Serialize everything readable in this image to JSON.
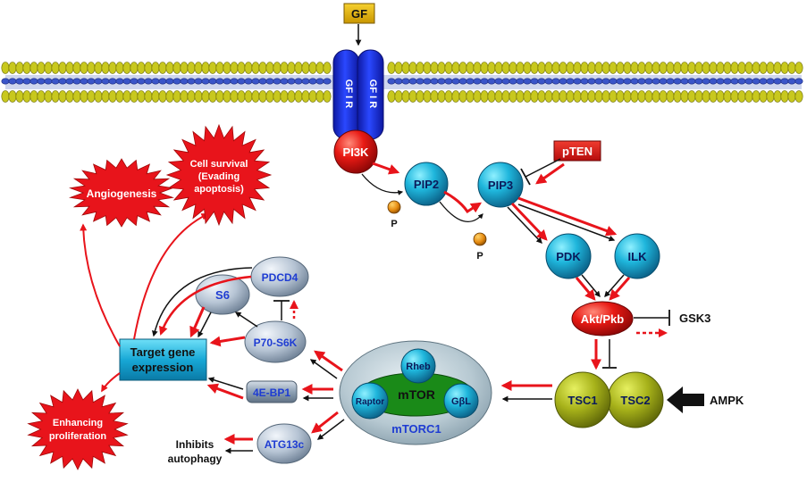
{
  "labels": {
    "gf": "GF",
    "receptor_left": "GF I R",
    "receptor_right": "GF I R",
    "pi3k": "PI3K",
    "pip2": "PIP2",
    "pip3": "PIP3",
    "phosphate1": "P",
    "phosphate2": "P",
    "pten": "pTEN",
    "pdk": "PDK",
    "ilk": "ILK",
    "akt": "Akt/Pkb",
    "gsk3": "GSK3",
    "tsc1": "TSC1",
    "tsc2": "TSC2",
    "ampk": "AMPK",
    "rheb": "Rheb",
    "mtor": "mTOR",
    "raptor": "Raptor",
    "gbl": "GβL",
    "mtorc1": "mTORC1",
    "p70s6k": "P70-S6K",
    "s6": "S6",
    "pdcd4": "PDCD4",
    "fourebp1": "4E-BP1",
    "atg13c": "ATG13c",
    "inhibits_autophagy_line1": "Inhibits",
    "inhibits_autophagy_line2": "autophagy",
    "target_line1": "Target gene",
    "target_line2": "expression",
    "angiogenesis": "Angiogenesis",
    "cell_survival_line1": "Cell survival",
    "cell_survival_line2": "(Evading",
    "cell_survival_line3": "apoptosis)",
    "enhancing_line1": "Enhancing",
    "enhancing_line2": "proliferation"
  },
  "colors": {
    "red_arrow": "#e8141b",
    "black_arrow": "#111111",
    "membrane_olive": "#c8c81e",
    "membrane_blue": "#3a55c8",
    "receptor_blue": "#1a2ad8",
    "cyan_node": "#1aa8d0",
    "red_node": "#e01818",
    "tsc_olive": "#a8b41c",
    "mtor_green": "#1a8a18",
    "gf_gold": "#d8a800",
    "grey_node": "#9fb0c4",
    "blue_text": "#1e3cd2"
  }
}
